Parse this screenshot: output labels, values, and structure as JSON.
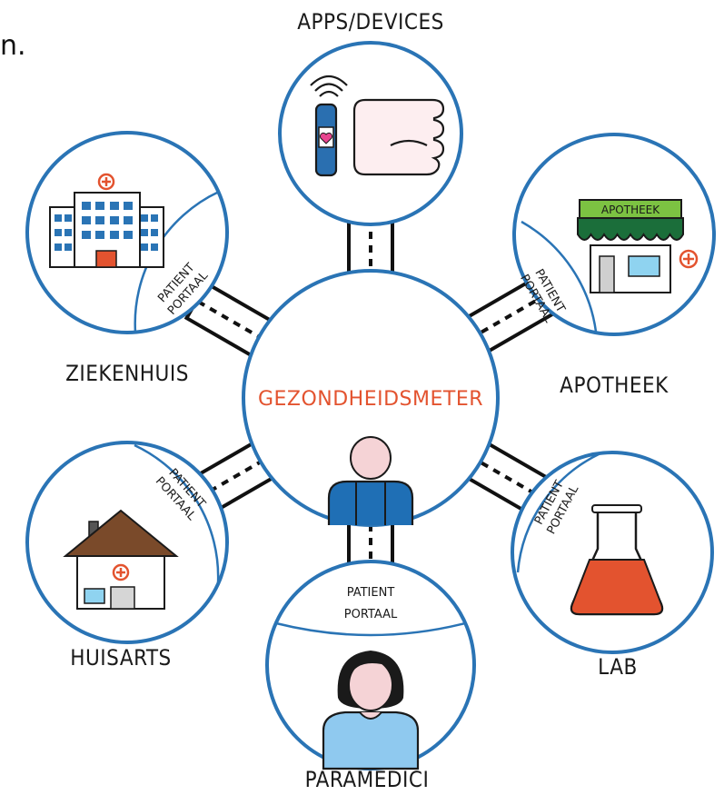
{
  "corner_fragment": "n.",
  "center": {
    "label": "GEZONDHEIDSMETER"
  },
  "nodes": {
    "apps": {
      "label": "APPS/DEVICES"
    },
    "ziekenhuis": {
      "label": "ZIEKENHUIS",
      "portal_line1": "PATIENT",
      "portal_line2": "PORTAAL"
    },
    "apotheek": {
      "label": "APOTHEEK",
      "sign": "APOTHEEK",
      "portal_line1": "PATIENT",
      "portal_line2": "PORTAAL"
    },
    "huisarts": {
      "label": "HUISARTS",
      "portal_line1": "PATIENT",
      "portal_line2": "PORTAAL"
    },
    "lab": {
      "label": "LAB",
      "portal_line1": "PATIENT",
      "portal_line2": "PORTAAL"
    },
    "paramedici": {
      "label": "PARAMEDICI",
      "portal_line1": "PATIENT",
      "portal_line2": "PORTAAL"
    }
  },
  "colors": {
    "ring": "#2a74b5",
    "center_text": "#e3532f",
    "road": "#111111",
    "wristband": "#2a6fb0",
    "heart": "#e8458f",
    "awning": "#1b6e3a",
    "sign_bg": "#7cc242",
    "window": "#8fd3f0",
    "roof": "#7a4a2a",
    "liquid": "#e3532f",
    "skin": "#f5d3d6",
    "shirt_blue": "#1f6fb5",
    "shirt_light": "#8fc9ef",
    "hair": "#1a1a1a"
  }
}
